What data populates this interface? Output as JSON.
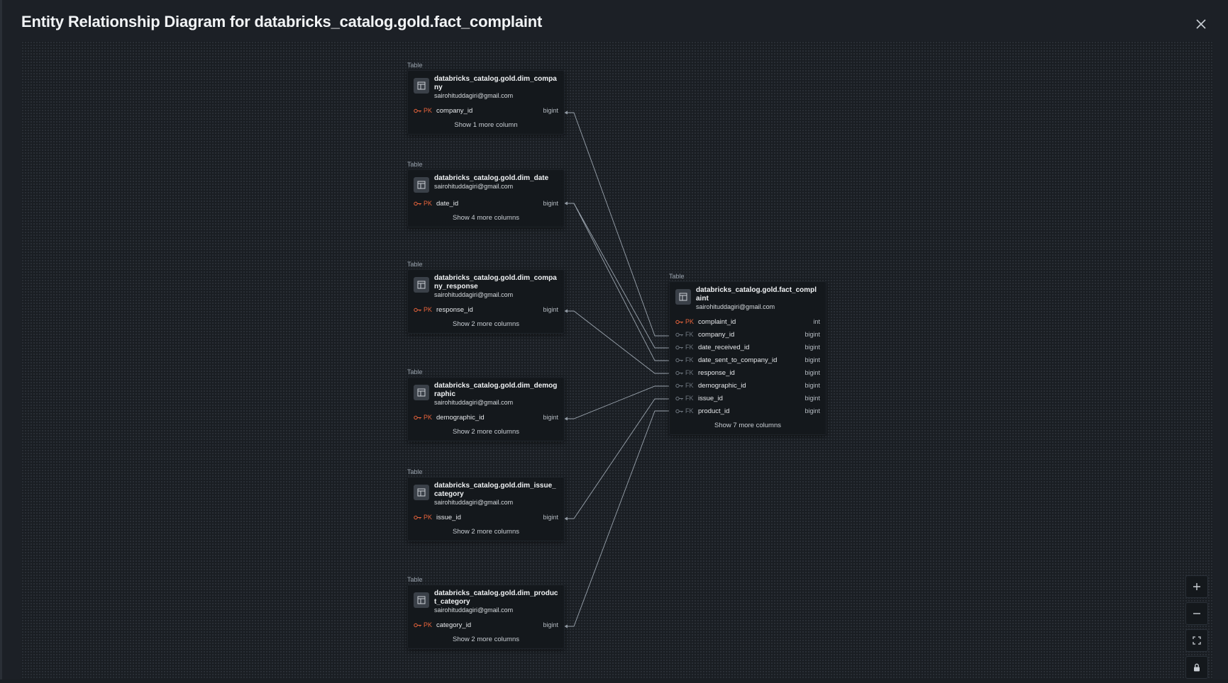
{
  "title": "Entity Relationship Diagram for databricks_catalog.gold.fact_complaint",
  "labels": {
    "node_kind": "Table",
    "pk": "PK",
    "fk": "FK"
  },
  "colors": {
    "pk_accent": "#e8643c",
    "fk_muted": "#6f7780",
    "edge": "#9aa3ad"
  },
  "nodes": {
    "dim_company": {
      "kind": "Table",
      "name": "databricks_catalog.gold.dim_company",
      "owner": "sairohituddagiri@gmail.com",
      "columns": [
        {
          "key": "PK",
          "name": "company_id",
          "type": "bigint"
        }
      ],
      "more": "Show 1 more column"
    },
    "dim_date": {
      "kind": "Table",
      "name": "databricks_catalog.gold.dim_date",
      "owner": "sairohituddagiri@gmail.com",
      "columns": [
        {
          "key": "PK",
          "name": "date_id",
          "type": "bigint"
        }
      ],
      "more": "Show 4 more columns"
    },
    "dim_company_response": {
      "kind": "Table",
      "name": "databricks_catalog.gold.dim_company_response",
      "owner": "sairohituddagiri@gmail.com",
      "columns": [
        {
          "key": "PK",
          "name": "response_id",
          "type": "bigint"
        }
      ],
      "more": "Show 2 more columns"
    },
    "dim_demographic": {
      "kind": "Table",
      "name": "databricks_catalog.gold.dim_demographic",
      "owner": "sairohituddagiri@gmail.com",
      "columns": [
        {
          "key": "PK",
          "name": "demographic_id",
          "type": "bigint"
        }
      ],
      "more": "Show 2 more columns"
    },
    "dim_issue_category": {
      "kind": "Table",
      "name": "databricks_catalog.gold.dim_issue_category",
      "owner": "sairohituddagiri@gmail.com",
      "columns": [
        {
          "key": "PK",
          "name": "issue_id",
          "type": "bigint"
        }
      ],
      "more": "Show 2 more columns"
    },
    "dim_product_category": {
      "kind": "Table",
      "name": "databricks_catalog.gold.dim_product_category",
      "owner": "sairohituddagiri@gmail.com",
      "columns": [
        {
          "key": "PK",
          "name": "category_id",
          "type": "bigint"
        }
      ],
      "more": "Show 2 more columns"
    },
    "fact_complaint": {
      "kind": "Table",
      "name": "databricks_catalog.gold.fact_complaint",
      "owner": "sairohituddagiri@gmail.com",
      "columns": [
        {
          "key": "PK",
          "name": "complaint_id",
          "type": "int"
        },
        {
          "key": "FK",
          "name": "company_id",
          "type": "bigint"
        },
        {
          "key": "FK",
          "name": "date_received_id",
          "type": "bigint"
        },
        {
          "key": "FK",
          "name": "date_sent_to_company_id",
          "type": "bigint"
        },
        {
          "key": "FK",
          "name": "response_id",
          "type": "bigint"
        },
        {
          "key": "FK",
          "name": "demographic_id",
          "type": "bigint"
        },
        {
          "key": "FK",
          "name": "issue_id",
          "type": "bigint"
        },
        {
          "key": "FK",
          "name": "product_id",
          "type": "bigint"
        }
      ],
      "more": "Show 7 more columns"
    }
  },
  "controls": {
    "zoom_in": "plus-icon",
    "zoom_out": "minus-icon",
    "fit_view": "fit-view-icon",
    "lock": "lock-icon"
  }
}
